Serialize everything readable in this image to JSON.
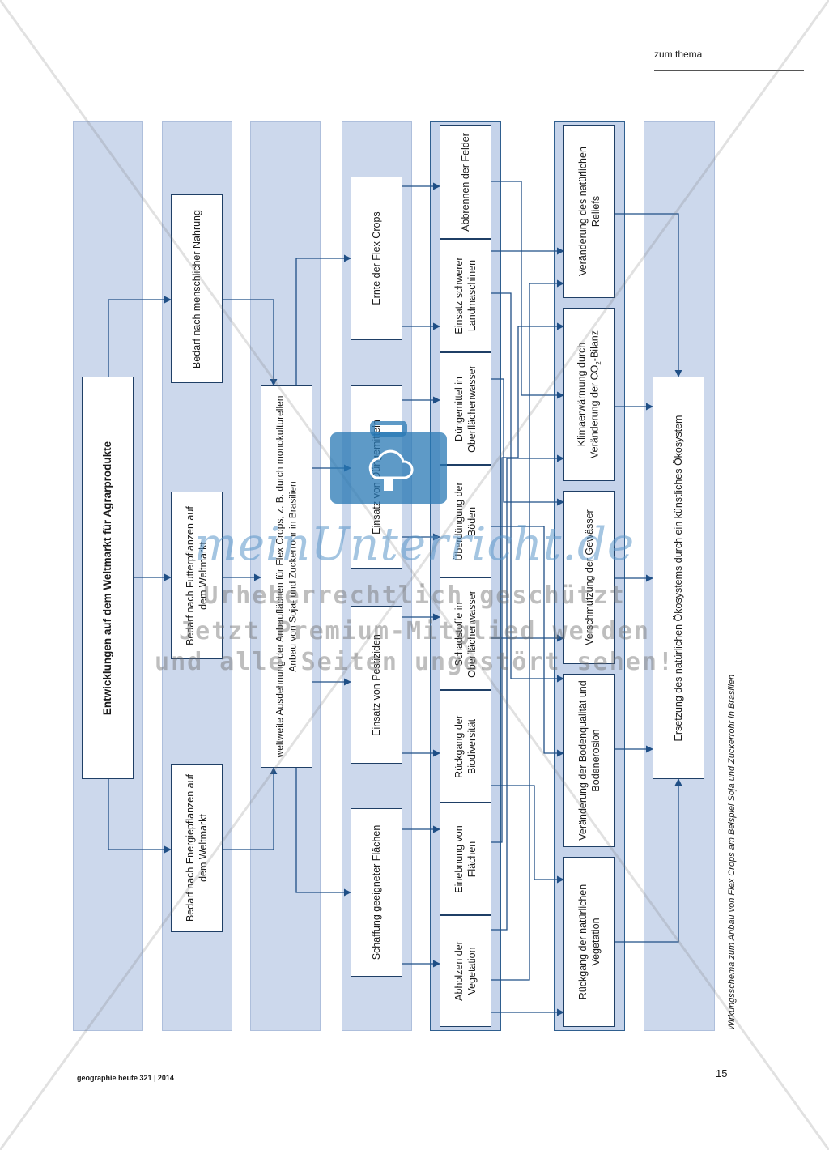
{
  "header": {
    "section": "zum thema"
  },
  "footer": {
    "journal": "geographie heute 321",
    "year": "2014",
    "page": "15"
  },
  "caption": "Wirkungsschema zum Anbau von Flex Crops am Beispiel Soja und Zuckerrohr in Brasilien",
  "diagram": {
    "main": "Entwicklungen auf dem Weltmarkt für Agrarprodukte",
    "demand": {
      "food": "Bedarf nach menschlicher Nahrung",
      "feed": "Bedarf nach Futterpflanzen auf dem Weltmarkt",
      "energy": "Bedarf nach Energiepflanzen auf dem Weltmarkt"
    },
    "expansion": "weltweite Ausdehnung der Anbauflächen für Flex Crops, z. B. durch monokulturellen Anbau von Soja- und Zuckerrohr in Brasilien",
    "practices": {
      "harvest": "Ernte der Flex Crops",
      "fertilizer": "Einsatz von Düngemitteln",
      "pesticides": "Einsatz von Pestiziden",
      "land": "Schaffung geeigneter Flächen"
    },
    "effects": {
      "burning": "Abbrennen der Felder",
      "machines": "Einsatz schwerer Landmaschinen",
      "fert_water": "Düngemittel in Oberflächenwasser",
      "overfert": "Überdüngung der Böden",
      "pollutants": "Schadstoffe in Oberflächenwasser",
      "biodiv": "Rückgang der Biodiversität",
      "leveling": "Einebnung von Flächen",
      "deforest": "Abholzen der Vegetation"
    },
    "consequences": {
      "relief": "Veränderung des natürlichen Reliefs",
      "climate_a": "Klimaerwärmung durch",
      "climate_b": "Veränderung der CO",
      "climate_sub": "2",
      "climate_c": "-Bilanz",
      "water": "Verschmutzung der Gewässer",
      "soil": "Veränderung der Bodenqualität und Bodenerosion",
      "vegetation": "Rückgang der natürlichen Vegetation"
    },
    "result": "Ersetzung des natürlichen Ökosystems durch ein künstliches Ökosystem"
  },
  "watermark": {
    "brand": "meinUnterricht.de",
    "line1": "Urheberrechtlich geschützt",
    "line2": "Jetzt Premium-Mitglied werden",
    "line3": "und alle Seiten ungestört sehen!"
  },
  "colors": {
    "column": "#ccd8ec",
    "arrow": "#1f4f86",
    "box_border": "#1f3f66"
  }
}
